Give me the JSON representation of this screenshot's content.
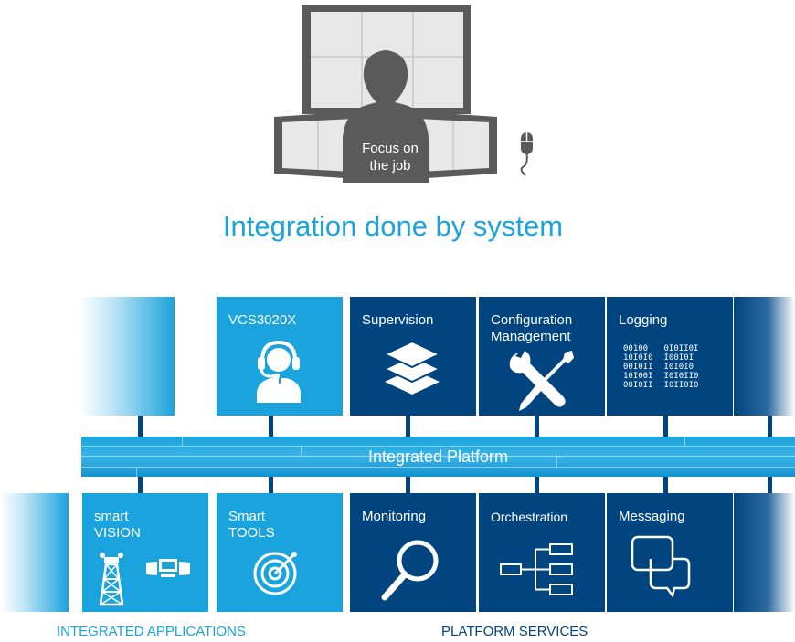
{
  "illustration": {
    "focus_text_line1": "Focus on",
    "focus_text_line2": "the job"
  },
  "headline": "Integration done by system",
  "top_tiles": {
    "vcs": {
      "label": "VCS3020X"
    },
    "supervision": {
      "label": "Supervision"
    },
    "configuration": {
      "label_line1": "Configuration",
      "label_line2": "Management"
    },
    "logging": {
      "label": "Logging",
      "binary_col1": [
        "00100",
        "10I0I0",
        "00I0II",
        "10I00I",
        "00I0II"
      ],
      "binary_col2": [
        "0I0II0I",
        "I00I0I",
        "I0I0I0",
        "I0I0II0",
        "I0II0I0"
      ]
    }
  },
  "platform": {
    "label": "Integrated Platform"
  },
  "bottom_tiles": {
    "smart_vision": {
      "label_line1": "smart",
      "label_line2": "VISION"
    },
    "smart_tools": {
      "label_line1": "Smart",
      "label_line2": "TOOLS"
    },
    "monitoring": {
      "label": "Monitoring"
    },
    "orchestration": {
      "label": "Orchestration"
    },
    "messaging": {
      "label": "Messaging"
    }
  },
  "footer": {
    "integrated_applications": "INTEGRATED APPLICATIONS",
    "platform_services": "PLATFORM SERVICES"
  },
  "colors": {
    "light_blue": "#1aa3dc",
    "dark_blue": "#00457f",
    "gray": "#5a5a5a",
    "light_gray": "#e6e6e6"
  }
}
